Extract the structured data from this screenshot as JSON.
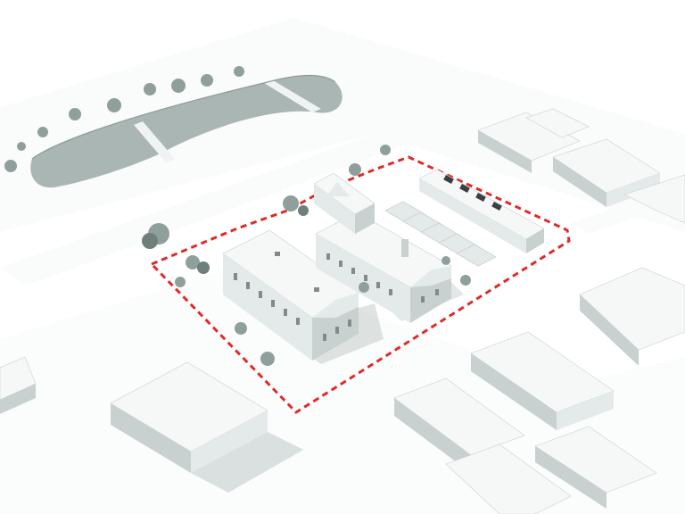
{
  "scene": {
    "kind": "isometric-site-massing-diagram",
    "colors": {
      "background": "#ffffff",
      "ground": "#f4f6f6",
      "road": "#fafbfb",
      "building_roof": "#f6f8f8",
      "building_wall_light": "#e4e9e9",
      "building_wall_shade": "#c9d1d0",
      "shadow": "#b8c4c2",
      "field": "#a9b6b3",
      "field_edge": "#8e9c99",
      "tree": "#8fa09c",
      "tree_dark": "#6f807c",
      "window": "#7f8c89",
      "solar_panel": "#3a3f44",
      "site_boundary": "#e02a2a"
    },
    "site_boundary": {
      "style": "dashed"
    },
    "elements": [
      "sports-fields",
      "site-boundary",
      "apartment-block-west",
      "apartment-block-central",
      "terraced-houses-east",
      "chimney-house-north",
      "surrounding-buildings",
      "trees"
    ]
  }
}
